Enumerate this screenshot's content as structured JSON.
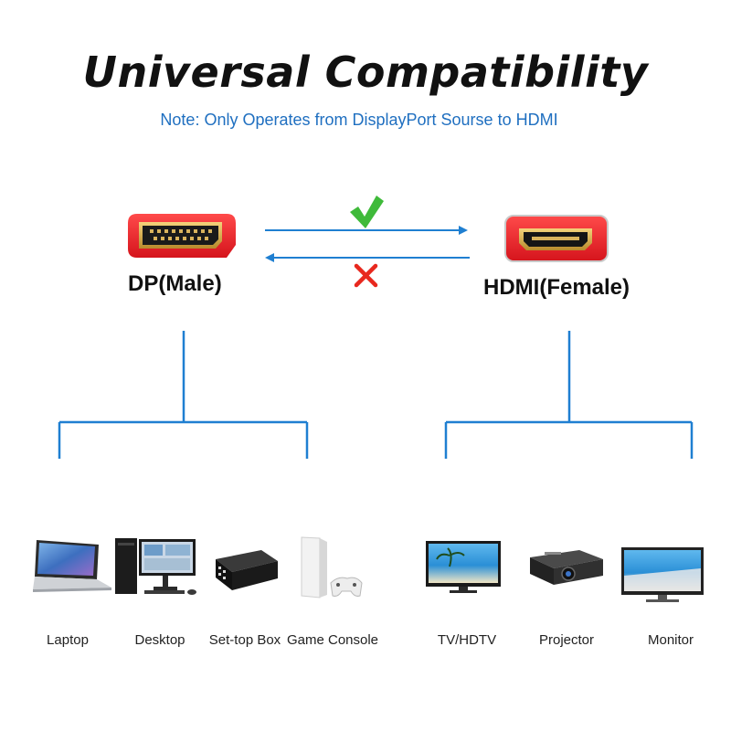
{
  "header": {
    "title": "Universal Compatibility",
    "note": "Note: Only Operates from DisplayPort Sourse to HDMI"
  },
  "ports": {
    "source_label": "DP(Male)",
    "target_label": "HDMI(Female)"
  },
  "devices": {
    "source": [
      "Laptop",
      "Desktop",
      "Set-top Box",
      "Game Console"
    ],
    "target": [
      "TV/HDTV",
      "Projector",
      "Monitor"
    ]
  },
  "colors": {
    "accent_blue": "#1f7fd1",
    "connector_red": "#e8202a",
    "check_green": "#3fba3a",
    "cross_red": "#e8281e",
    "note_blue": "#1f6fc0"
  },
  "icons": {
    "forward": "green-check-icon",
    "backward": "red-cross-icon"
  }
}
